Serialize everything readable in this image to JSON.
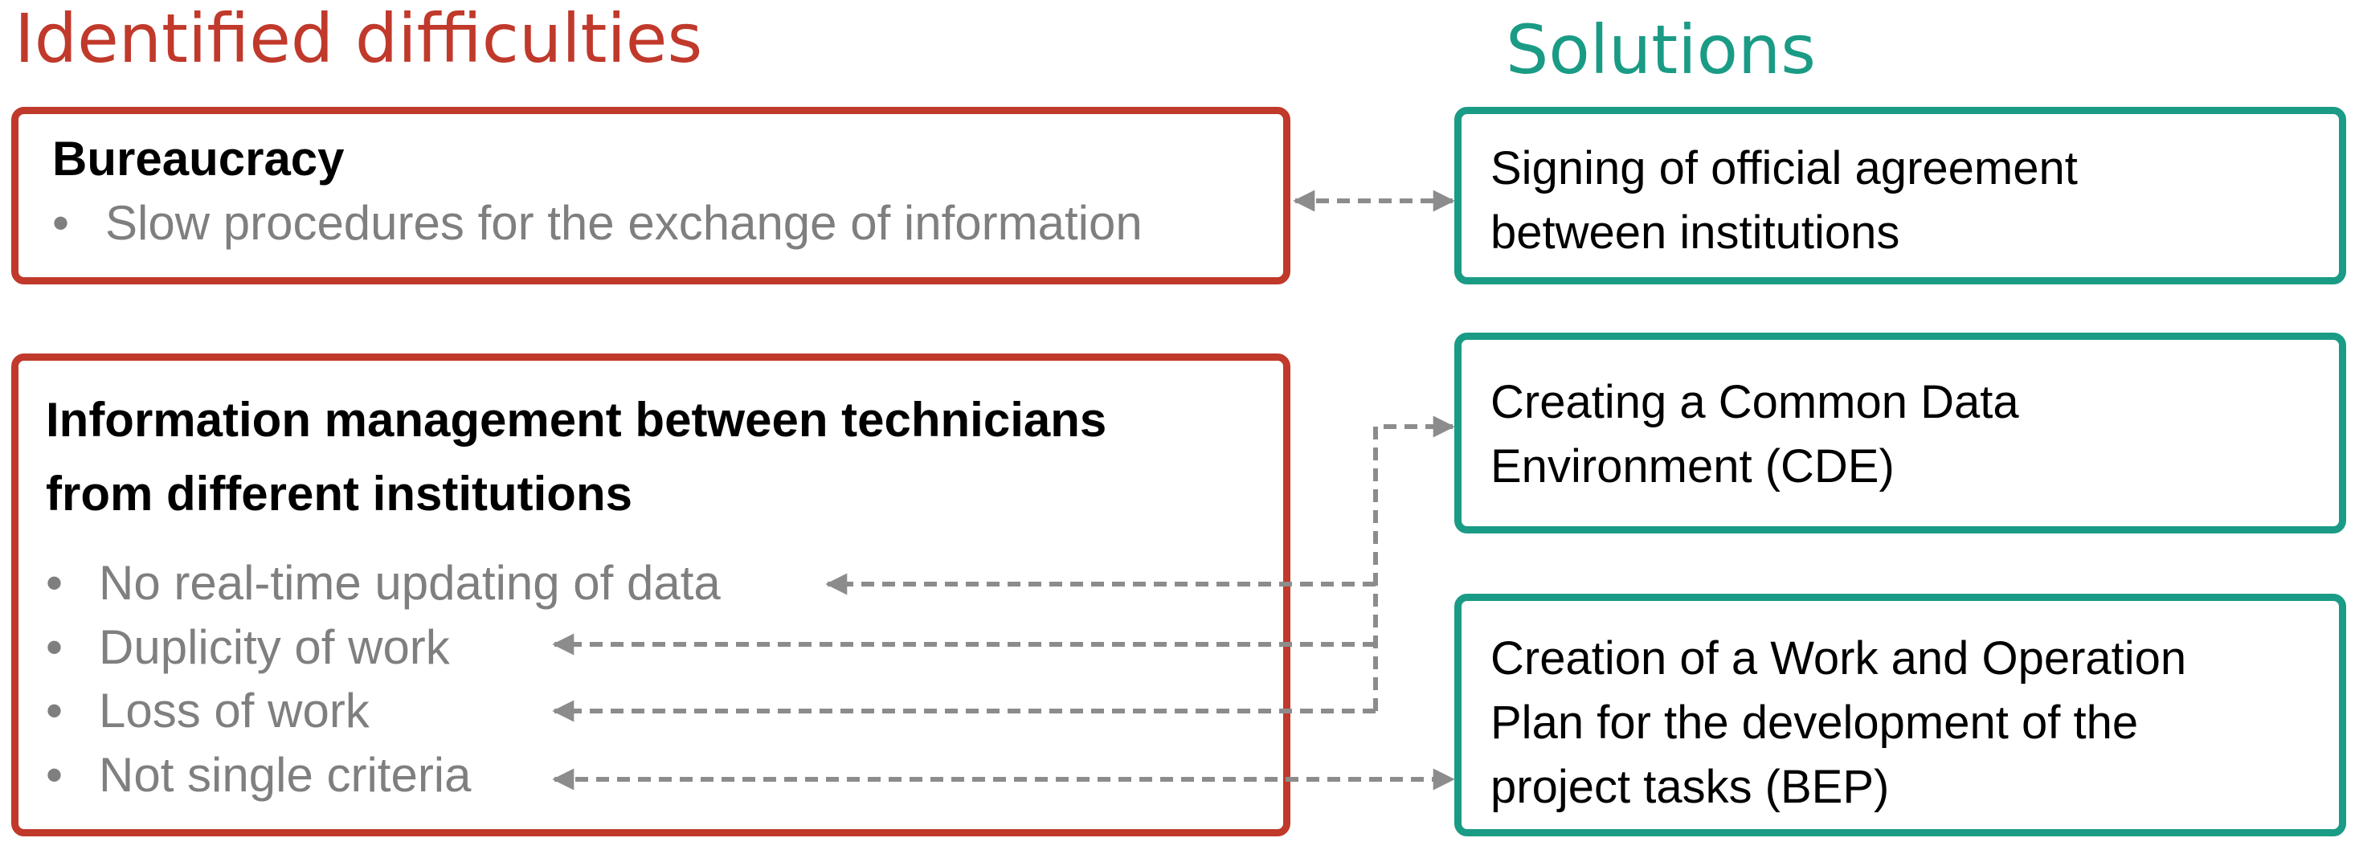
{
  "colors": {
    "difficulty_accent": "#c0392b",
    "solution_accent": "#1a9b85",
    "bullet_text": "#7f7f7f",
    "connector": "#8c8c8c"
  },
  "headings": {
    "difficulties": "Identified difficulties",
    "solutions": "Solutions"
  },
  "difficulties": [
    {
      "title": "Bureaucracy",
      "bullets": [
        "Slow procedures for the exchange of information"
      ]
    },
    {
      "title_lines": [
        "Information management between technicians",
        "from different institutions"
      ],
      "bullets": [
        "No real-time updating of data",
        "Duplicity of work",
        "Loss of work",
        "Not single criteria"
      ]
    }
  ],
  "solutions": [
    {
      "lines": [
        "Signing of official agreement",
        "between institutions"
      ]
    },
    {
      "lines": [
        "Creating a Common Data",
        "Environment (CDE)"
      ]
    },
    {
      "lines": [
        "Creation of a Work and Operation",
        "Plan for the development of the",
        "project tasks (BEP)"
      ]
    }
  ],
  "bullet_glyph": "•"
}
